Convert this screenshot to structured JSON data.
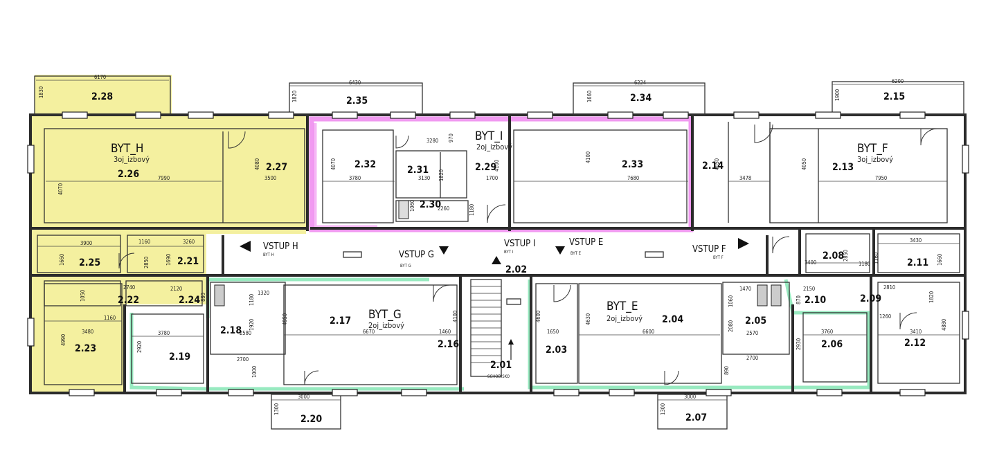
{
  "colors": {
    "yellow": "#f3ef9a",
    "magenta": "#ee88ee",
    "green": "#8de8b9",
    "wall": "#2b2b2b"
  },
  "units": [
    {
      "name": "BYT_H",
      "type": "3oj_izbový"
    },
    {
      "name": "BYT_I",
      "type": "2oj_izbový"
    },
    {
      "name": "BYT_F",
      "type": "3oj_izbový"
    },
    {
      "name": "BYT_G",
      "type": "2oj_izbový"
    },
    {
      "name": "BYT_E",
      "type": "2oj_izbový"
    }
  ],
  "rooms": [
    "2.28",
    "2.26",
    "2.27",
    "2.25",
    "2.21",
    "2.22",
    "2.24",
    "2.23",
    "2.35",
    "2.32",
    "2.31",
    "2.30",
    "2.29",
    "2.33",
    "2.34",
    "2.14",
    "2.13",
    "2.15",
    "2.08",
    "2.11",
    "2.10",
    "2.09",
    "2.12",
    "2.06",
    "2.05",
    "2.04",
    "2.03",
    "2.02",
    "2.01",
    "2.17",
    "2.18",
    "2.19",
    "2.16",
    "2.20",
    "2.07"
  ],
  "entrances": [
    {
      "label": "VSTUP  H",
      "sub": "BYT H"
    },
    {
      "label": "VSTUP  G",
      "sub": "BYT G"
    },
    {
      "label": "VSTUP  I",
      "sub": "BYT I"
    },
    {
      "label": "VSTUP  E",
      "sub": "BYT E"
    },
    {
      "label": "VSTUP  F",
      "sub": "BYT F"
    }
  ],
  "stair_label": "SCHODISKO",
  "dimensions": [
    "6170",
    "1830",
    "6430",
    "1820",
    "6224",
    "1660",
    "6200",
    "1900",
    "4070",
    "7990",
    "4080",
    "3500",
    "3280",
    "970",
    "4070",
    "3780",
    "3130",
    "1820",
    "1700",
    "4100",
    "4100",
    "7680",
    "4050",
    "3478",
    "4050",
    "7950",
    "1060",
    "2260",
    "1180",
    "3900",
    "1160",
    "3260",
    "1660",
    "2850",
    "1690",
    "2740",
    "2120",
    "1050",
    "880",
    "1160",
    "4990",
    "3480",
    "3430",
    "3400",
    "2850",
    "1180",
    "1660",
    "1470",
    "2150",
    "2810",
    "870",
    "1820",
    "1260",
    "3410",
    "4880",
    "3760",
    "2930",
    "2570",
    "2700",
    "1060",
    "2080",
    "4630",
    "6600",
    "1650",
    "4600",
    "1320",
    "1180",
    "1920",
    "2580",
    "6670",
    "4950",
    "3780",
    "2920",
    "2700",
    "1000",
    "1460",
    "4100",
    "3000",
    "1300",
    "3000",
    "1300",
    "890",
    "1160"
  ]
}
